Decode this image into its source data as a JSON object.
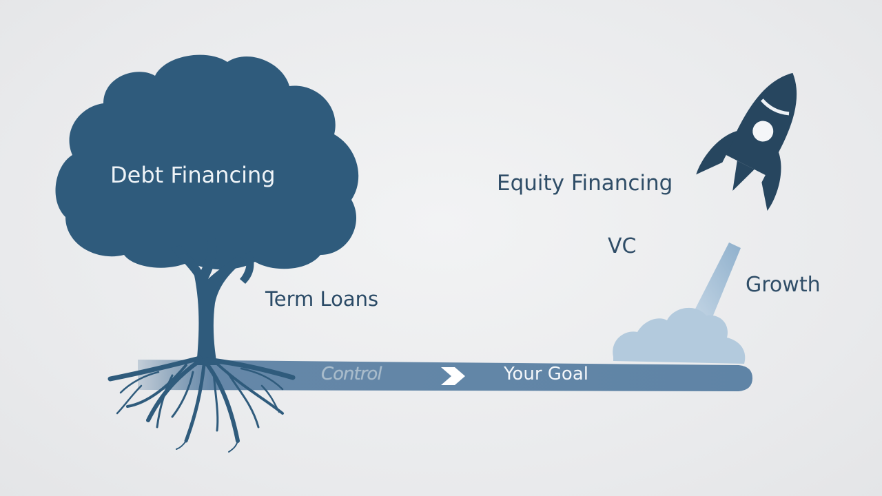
{
  "labels": {
    "debt_financing": "Debt Financing",
    "equity_financing": "Equity Financing",
    "vc": "VC",
    "term_loans": "Term Loans",
    "growth": "Growth",
    "control": "Control",
    "your_goal": "Your Goal"
  },
  "icons": {
    "tree": "tree-icon",
    "rocket": "rocket-icon",
    "cloud": "smoke-cloud-icon",
    "arrow": "chevron-right-icon"
  },
  "colors": {
    "background": "#ecedef",
    "tree": "#2f5b7c",
    "rocket": "#27465f",
    "path": "#5e82a4",
    "smoke": "#b3cadd"
  }
}
